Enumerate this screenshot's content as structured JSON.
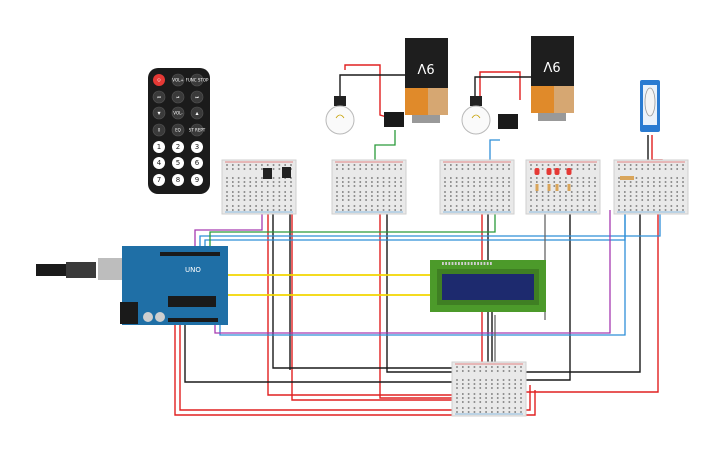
{
  "battery_label": "9V",
  "arduino_label": "UNO",
  "remote": {
    "power_color": "#e53935",
    "top_row": [
      "",
      "VOL+",
      "FUNC STOP"
    ],
    "row2": [
      "⏮",
      "⏯",
      "⏭"
    ],
    "row3": [
      "▼",
      "VOL-",
      "▲"
    ],
    "row4": [
      "0",
      "EQ",
      "ST REPT"
    ],
    "digits": [
      "1",
      "2",
      "3",
      "4",
      "5",
      "6",
      "7",
      "8",
      "9"
    ]
  },
  "colors": {
    "wire_red": "#e02020",
    "wire_black": "#1a1a1a",
    "wire_yellow": "#f2d600",
    "wire_blue": "#2f8fd8",
    "wire_green": "#2a9a3a",
    "wire_purple": "#a63ab0",
    "arduino_blue": "#1f6fa6",
    "lcd_green": "#4c9a2a",
    "lcd_screen": "#1d2a6e"
  },
  "leds": [
    "#e53935",
    "#e53935",
    "#e53935",
    "#e53935"
  ]
}
